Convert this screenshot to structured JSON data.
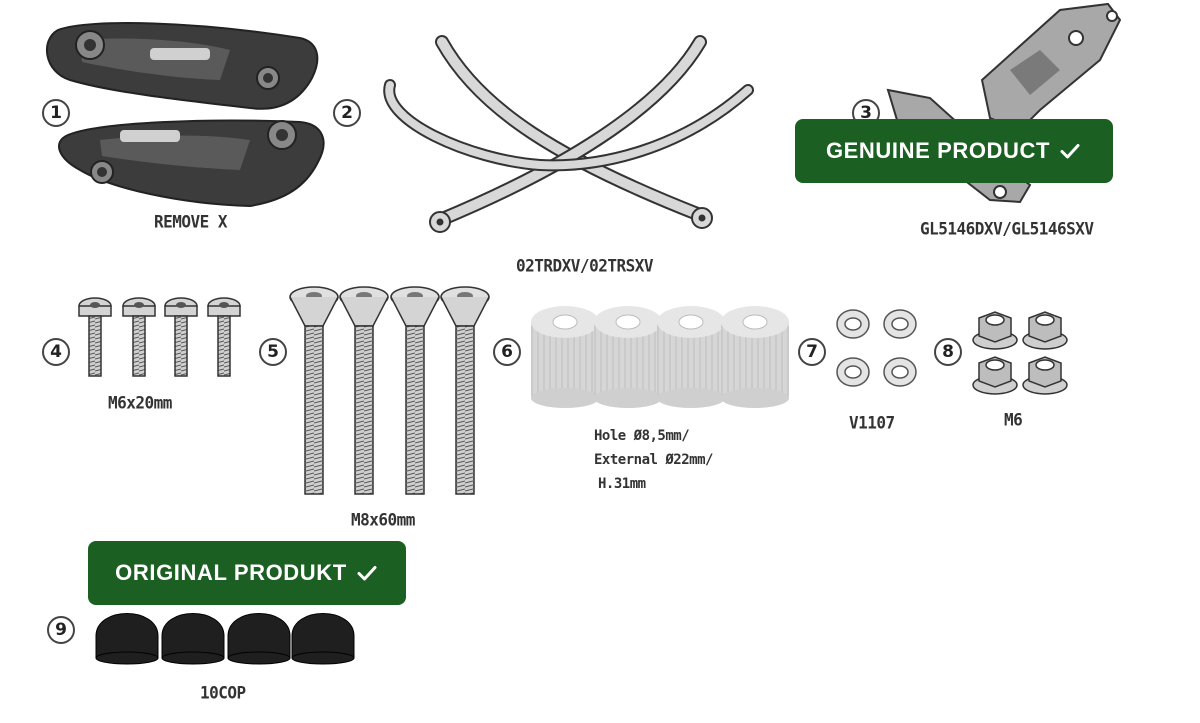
{
  "parts": [
    {
      "num": "1",
      "label": "REMOVE X"
    },
    {
      "num": "2",
      "label": "02TRDXV/02TRSXV"
    },
    {
      "num": "3",
      "label": "GL5146DXV/GL5146SXV"
    },
    {
      "num": "4",
      "label": "M6x20mm"
    },
    {
      "num": "5",
      "label": "M8x60mm"
    },
    {
      "num": "6",
      "label": "",
      "spec": [
        "Hole Ø8,5mm/",
        "External Ø22mm/",
        "H.31mm"
      ]
    },
    {
      "num": "7",
      "label": "V1107"
    },
    {
      "num": "8",
      "label": "M6"
    },
    {
      "num": "9",
      "label": "10COP"
    }
  ],
  "badges": {
    "genuine": "GENUINE PRODUCT",
    "original": "ORIGINAL PRODUKT"
  },
  "colors": {
    "badge_bg": "#1b5f23",
    "badge_text": "#ffffff",
    "part_gray": "#d4d4d4",
    "outline": "#333333"
  },
  "icons": [
    "check-icon"
  ]
}
